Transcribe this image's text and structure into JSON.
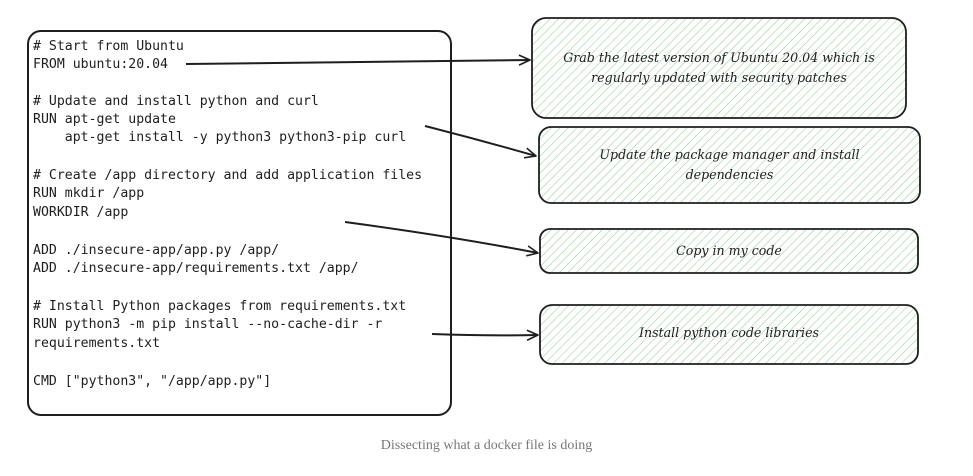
{
  "code": {
    "lines": [
      "# Start from Ubuntu",
      "FROM ubuntu:20.04",
      "",
      "# Update and install python and curl",
      "RUN apt-get update",
      "    apt-get install -y python3 python3-pip curl",
      "",
      "# Create /app directory and add application files",
      "RUN mkdir /app",
      "WORKDIR /app",
      "",
      "ADD ./insecure-app/app.py /app/",
      "ADD ./insecure-app/requirements.txt /app/",
      "",
      "# Install Python packages from requirements.txt",
      "RUN python3 -m pip install --no-cache-dir -r",
      "requirements.txt",
      "",
      "CMD [\"python3\", \"/app/app.py\"]"
    ]
  },
  "notes": [
    {
      "line1": "Grab the latest version of Ubuntu 20.04 which is",
      "line2": "regularly updated with security patches"
    },
    {
      "line1": "Update the package manager and install",
      "line2": "dependencies"
    },
    {
      "line1": "Copy in my code",
      "line2": ""
    },
    {
      "line1": "Install python code libraries",
      "line2": ""
    }
  ],
  "caption": "Dissecting what a docker file is doing",
  "colors": {
    "stroke": "#1e1e1e",
    "hatch": "#8fd18f",
    "caption": "#777777"
  }
}
